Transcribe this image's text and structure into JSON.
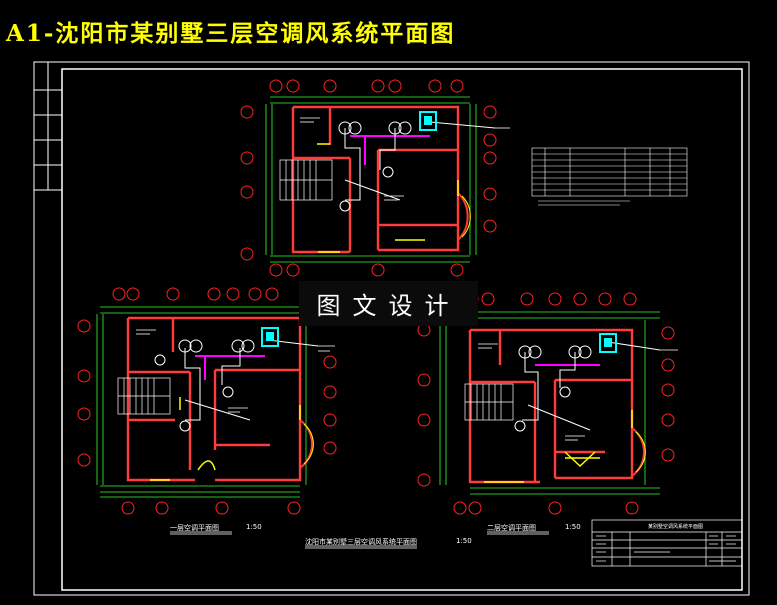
{
  "title": "A1-沈阳市某别墅三层空调风系统平面图",
  "stamp": "图文设计",
  "captions": {
    "plan1_name": "一层空调平面图",
    "plan1_scale": "1:50",
    "plan2_name": "二层空调平面图",
    "plan2_scale": "1:50",
    "sheet_name": "沈阳市某别墅三层空调风系统平面图",
    "sheet_scale": "1:50"
  },
  "title_block": {
    "header": "某别墅空调风系统平面图"
  },
  "colors": {
    "background": "#000000",
    "title": "#ffff00",
    "frame": "#ffffff",
    "wall": "#ff3b3b",
    "axis": "#ff2020",
    "dim": "#33ff33",
    "duct": "#ff00ff",
    "equipment": "#00ffff"
  }
}
